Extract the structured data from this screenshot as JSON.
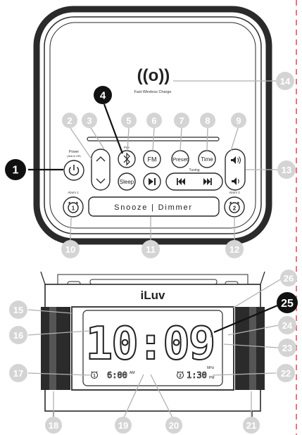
{
  "top_device": {
    "charge_symbol": "((o))",
    "charge_label": "Fast Wireless Charge",
    "power_label_1": "Power",
    "power_label_2": "(Alarm Off)",
    "pair_label": "Pair",
    "buttons": {
      "fm": "FM",
      "preset": "Preset",
      "time": "Time",
      "sleep": "Sleep"
    },
    "tuning_label": "Tuning",
    "alarm1_label": "Alarm 1",
    "alarm2_label": "Alarm 2",
    "alarm1_num": "1",
    "alarm2_num": "2",
    "snooze_dimmer": "Snooze | Dimmer"
  },
  "bottom_device": {
    "brand": "iLuv",
    "pm_label": "PM",
    "time": "10:09",
    "mhz_label": "MHz",
    "alarm1_num": "1",
    "alarm1_time": "6:00",
    "alarm1_ampm": "AM",
    "alarm2_num": "2",
    "alarm2_time": "1:30",
    "alarm2_ampm": "PM"
  },
  "callouts": {
    "c1": "1",
    "c2": "2",
    "c3": "3",
    "c4": "4",
    "c5": "5",
    "c6": "6",
    "c7": "7",
    "c8": "8",
    "c9": "9",
    "c10": "10",
    "c11": "11",
    "c12": "12",
    "c13": "13",
    "c14": "14",
    "c15": "15",
    "c16": "16",
    "c17": "17",
    "c18": "18",
    "c19": "19",
    "c20": "20",
    "c21": "21",
    "c22": "22",
    "c23": "23",
    "c24": "24",
    "c25": "25",
    "c26": "26"
  },
  "colors": {
    "line": "#2a2a2a",
    "callout_grey": "#d4d4d4",
    "callout_dark": "#111111",
    "leader_grey": "#b0b0b0",
    "page_border": "#e2475a"
  }
}
